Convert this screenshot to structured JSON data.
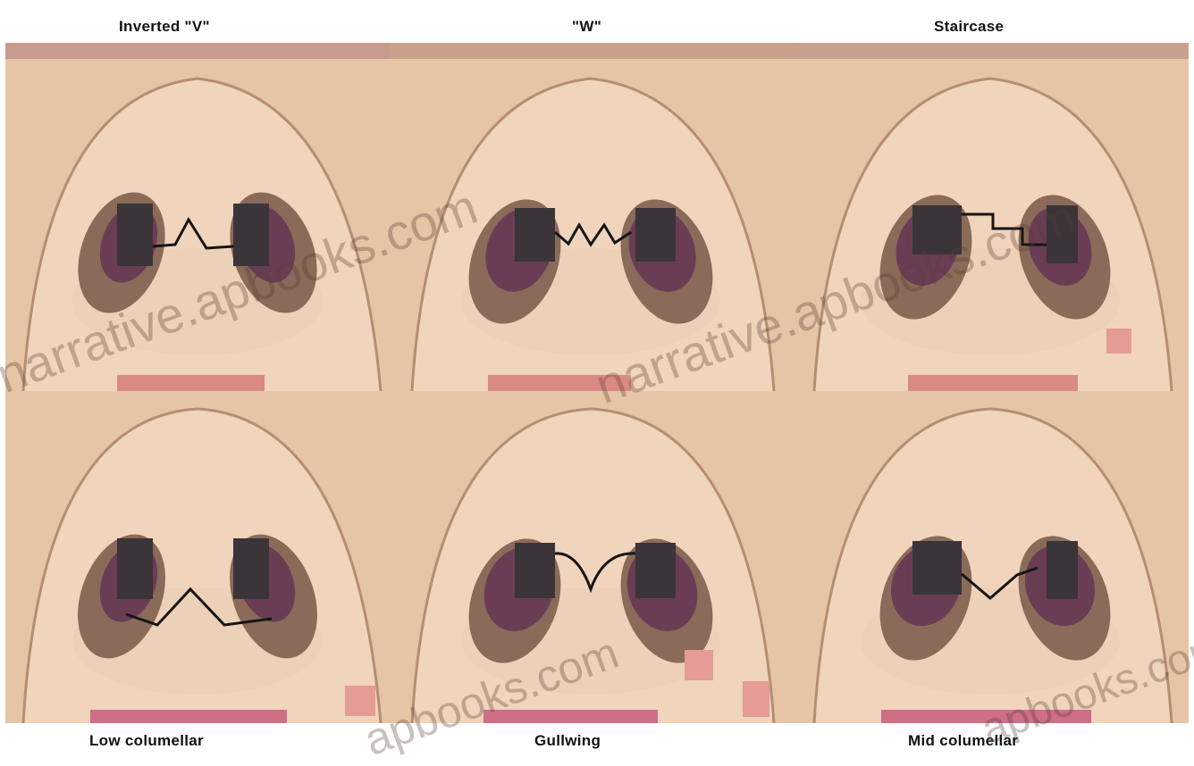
{
  "panels": [
    {
      "label": "Inverted \"V\"",
      "incision": "inverted-v"
    },
    {
      "label": "\"W\"",
      "incision": "w"
    },
    {
      "label": "Staircase",
      "incision": "staircase"
    },
    {
      "label": "Low columellar",
      "incision": "low-columellar"
    },
    {
      "label": "Gullwing",
      "incision": "gullwing"
    },
    {
      "label": "Mid columellar",
      "incision": "mid-columellar"
    }
  ],
  "watermarks": [
    "narrative.apbooks.com",
    "narrative.apbooks.com",
    "apbooks.com",
    "apbooks.com"
  ],
  "colors": {
    "skin": "#e9c9ad",
    "nostril": "#3b3438",
    "nostril_shadow": "#6a3d55",
    "line": "#151515"
  }
}
